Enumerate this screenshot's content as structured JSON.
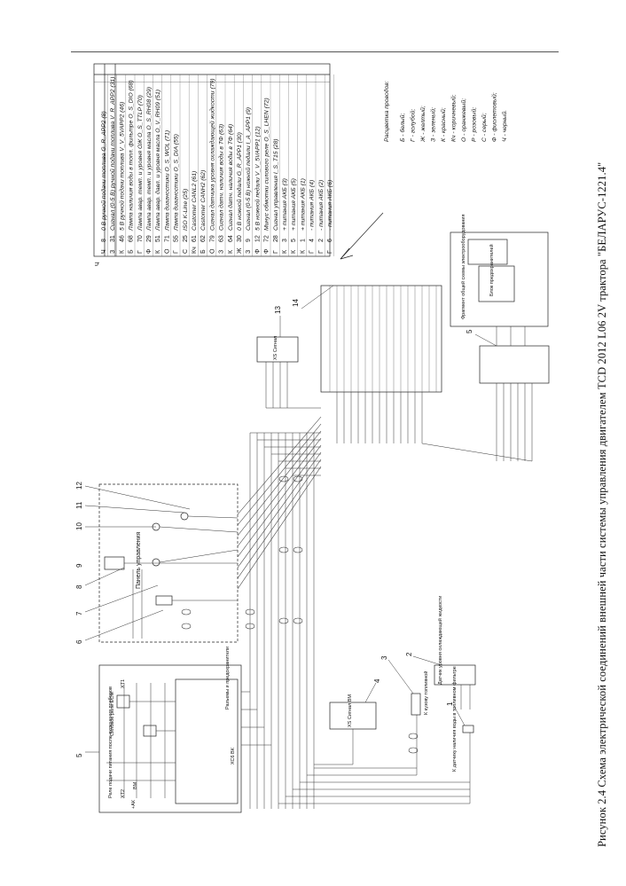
{
  "caption": "Рисунок 2.4 Схема электрической соединений внешней части системы управления двигателем TCD 2012 L06 2V трактора \"БЕЛАРУС-1221.4\"",
  "legend": {
    "title": "Расцветка проводов:",
    "items": [
      "Б - белый;",
      "Г - голубой;",
      "Ж - желтый;",
      "З - зеленый;",
      "К - красный;",
      "Кч - коричневый;",
      "О - оранжевый;",
      "Р - розовый;",
      "С - серый;",
      "Ф - фиолетовый;",
      "Ч - черный."
    ]
  },
  "wire_table": {
    "header_mark": "Ч",
    "rows": [
      {
        "color": "Ч",
        "num": "8",
        "text": "0 В ручной подачи топлива G_R_APP2 (8)"
      },
      {
        "color": "З",
        "num": "31",
        "text": "Сигнал (0-5 В) ручной подачи топлива V_R_APP2 (31)"
      },
      {
        "color": "К",
        "num": "46",
        "text": "5 В ручной подачи топлива V_V_5VAPP2 (46)"
      },
      {
        "color": "Б",
        "num": "68",
        "text": "Лампа наличия воды в топл. фильтре O_S_DIO (68)"
      },
      {
        "color": "Г",
        "num": "70",
        "text": "Лампа авар. темп. и уровня ОЖ O_S_TTLP (70)"
      },
      {
        "color": "Ф",
        "num": "29",
        "text": "Лампа авар. темп. и уровня масла O_S_RH08 (29)"
      },
      {
        "color": "К",
        "num": "51",
        "text": "Лампа авар. давл. и уровня масла O_V_RH09 (51)"
      },
      {
        "color": "О",
        "num": "71",
        "text": "Лампа диагностики O_S_WOL (71)"
      },
      {
        "color": "Г",
        "num": "55",
        "text": "Лампа диагностики O_S_DIA (55)"
      },
      {
        "color": "С",
        "num": "25",
        "text": "ISO K-Line (25)"
      },
      {
        "color": "Кч",
        "num": "61",
        "text": "Castomer CANL2 (61)"
      },
      {
        "color": "Б",
        "num": "62",
        "text": "Castomer CANH2 (62)"
      },
      {
        "color": "О",
        "num": "79",
        "text": "Сигнал датчика уровня охлаждающей жидкости (79)"
      },
      {
        "color": "З",
        "num": "63",
        "text": "Сигнал датч. наличия воды в ТФ (63)"
      },
      {
        "color": "К",
        "num": "64",
        "text": "Сигнал датч. наличия воды в ТФ (64)"
      },
      {
        "color": "Ж",
        "num": "30",
        "text": "0 В ножной педали G_R_APP1 (30)"
      },
      {
        "color": "З",
        "num": "9",
        "text": "Сигнал (0-5 В) ножной педали I_A_APP1 (9)"
      },
      {
        "color": "Ф",
        "num": "12",
        "text": "5 В ножной педали V_V_5VAPP1 (12)"
      },
      {
        "color": "Ф",
        "num": "72",
        "text": "Минус обмотки силового реле O_S_LHEN (72)"
      },
      {
        "color": "Г",
        "num": "28",
        "text": "Сигнал управления I_S_T15 (28)"
      },
      {
        "color": "К",
        "num": "3",
        "text": "+ питания АКБ (3)"
      },
      {
        "color": "К",
        "num": "5",
        "text": "+ питания АКБ (5)"
      },
      {
        "color": "К",
        "num": "1",
        "text": "+ питания АКБ (1)"
      },
      {
        "color": "Г",
        "num": "4",
        "text": "- питания АКБ (4)"
      },
      {
        "color": "Г",
        "num": "2",
        "text": "- питания АКБ (2)"
      },
      {
        "color": "Г",
        "num": "6",
        "text": "- питания АКБ (6)"
      }
    ]
  },
  "callouts": [
    "1",
    "2",
    "3",
    "4",
    "5",
    "6",
    "7",
    "8",
    "9",
    "10",
    "11",
    "12",
    "13",
    "14",
    "5"
  ],
  "block_labels": {
    "control_panel": "Панель управления",
    "ecu_box_relay1": "Силовое реле ЕСМ",
    "ecu_box_relay2": "Реле подачи питания после включения приборов",
    "ecu_box_x6": "ХС6 ВК",
    "ecu_box_fuse": "Разъемы и предохранители",
    "ecu_box_xt1": "ХТ1",
    "ecu_box_xt2": "ХТ2",
    "ecu_box_batt": "+АК",
    "ecu_box_vm": "ВМ",
    "sensor2": "Датчик уровня охлаждающей жидкости",
    "sensor1": "К датчику наличия воды в топливном фильтре",
    "conn3": "К кузову топливной",
    "conn4": "XS Сигнал ВМ",
    "conn13": "XS Сигнал",
    "ground_scheme": "Фрагмент общей схемы электрооборудования",
    "pedal_block": "Блок предохранителей"
  }
}
